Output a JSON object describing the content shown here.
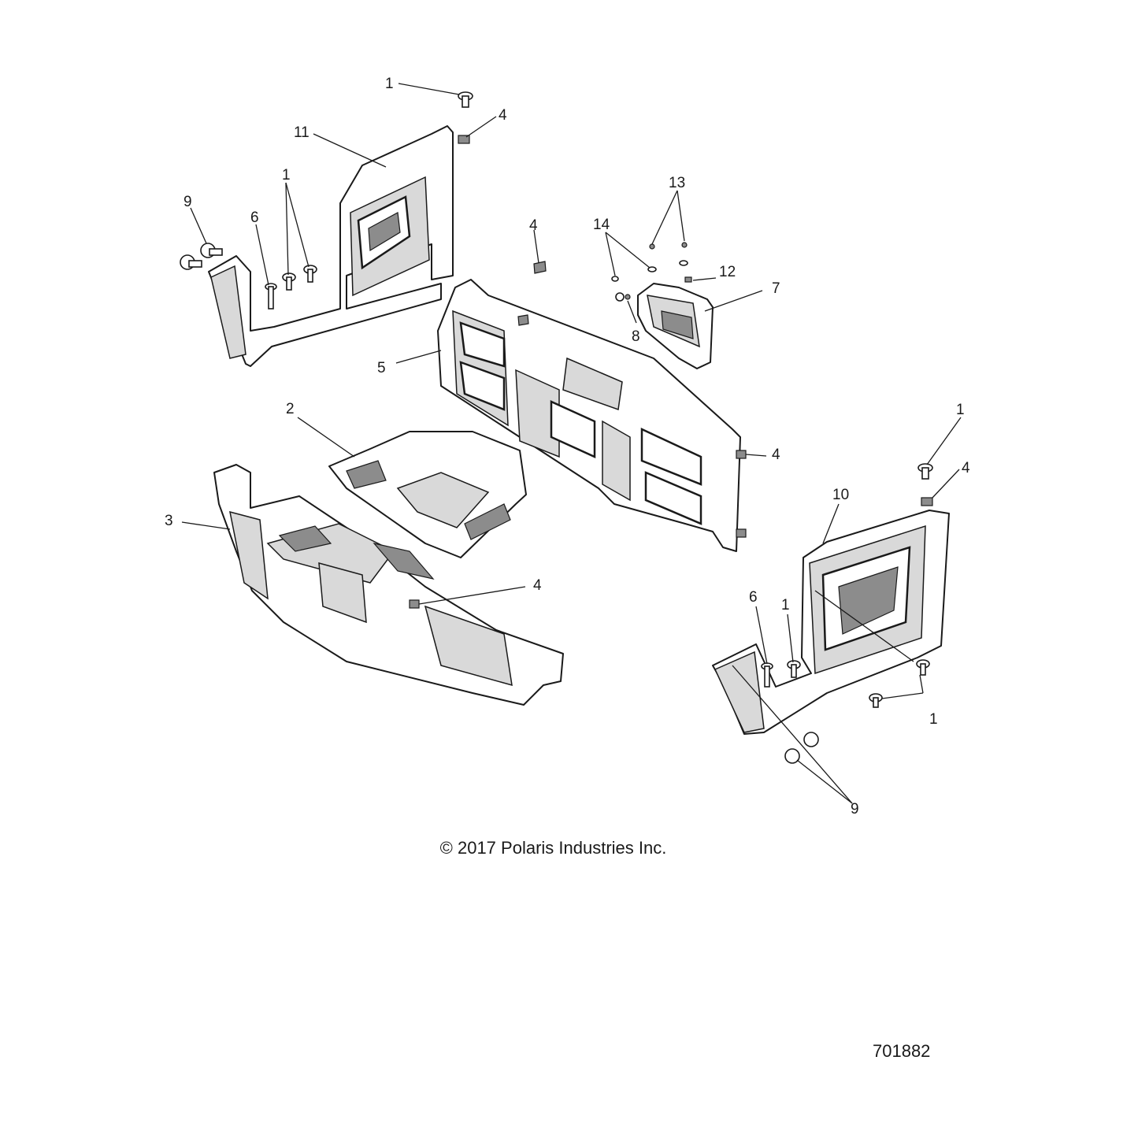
{
  "diagram": {
    "callouts": [
      {
        "label": "1"
      },
      {
        "label": "4"
      },
      {
        "label": "11"
      },
      {
        "label": "9"
      },
      {
        "label": "6"
      },
      {
        "label": "1"
      },
      {
        "label": "4"
      },
      {
        "label": "13"
      },
      {
        "label": "14"
      },
      {
        "label": "12"
      },
      {
        "label": "7"
      },
      {
        "label": "8"
      },
      {
        "label": "5"
      },
      {
        "label": "2"
      },
      {
        "label": "3"
      },
      {
        "label": "4"
      },
      {
        "label": "4"
      },
      {
        "label": "1"
      },
      {
        "label": "4"
      },
      {
        "label": "10"
      },
      {
        "label": "6"
      },
      {
        "label": "1"
      },
      {
        "label": "1"
      },
      {
        "label": "9"
      }
    ]
  },
  "footer": {
    "copyright": "© 2017 Polaris Industries Inc.",
    "drawing_number": "701882"
  }
}
